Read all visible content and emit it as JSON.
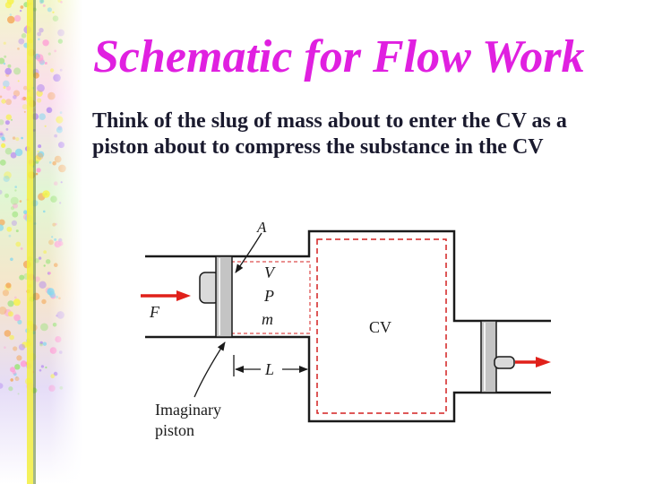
{
  "slide": {
    "title": "Schematic for Flow Work",
    "body": "Think of the slug of mass about to enter the CV as a piston about to compress the substance in the CV"
  },
  "diagram": {
    "labels": {
      "area": "A",
      "volume": "V",
      "pressure": "P",
      "mass": "m",
      "force": "F",
      "length": "L",
      "control_volume": "CV",
      "piston_line1": "Imaginary",
      "piston_line2": "piston"
    },
    "colors": {
      "arrow": "#e0201a",
      "dashed_boundary": "#d42020",
      "piston_fill": "#c4c4c4",
      "lines": "#1a1a1a"
    }
  },
  "decor": {
    "strip_colors": [
      "#f7f24a",
      "#ff9ad5",
      "#9be37a",
      "#b58cf0",
      "#7fd6f0",
      "#f4a85a"
    ]
  }
}
